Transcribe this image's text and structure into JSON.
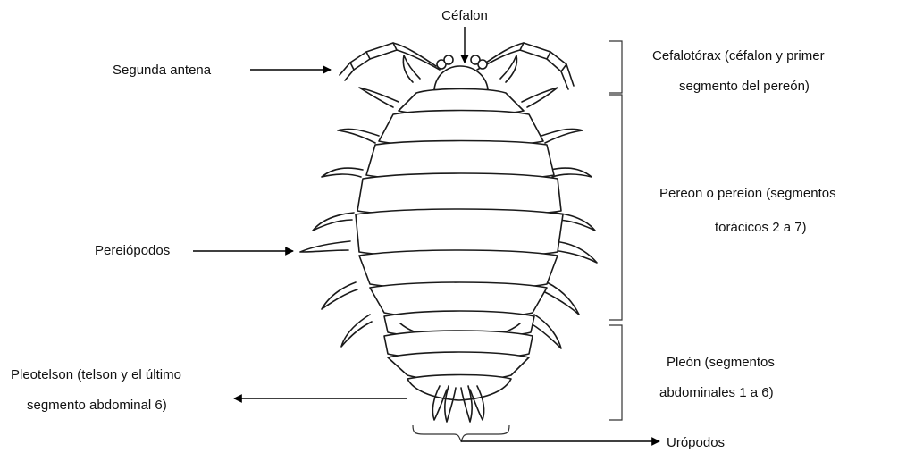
{
  "labels": {
    "cefalon": "Céfalon",
    "segunda_antena": "Segunda antena",
    "pereiopodos": "Pereiópodos",
    "pleotelson_line1": "Pleotelson (telson y el último",
    "pleotelson_line2": "segmento abdominal 6)",
    "cefalotorax_line1": "Cefalotórax (céfalon y primer",
    "cefalotorax_line2": "segmento del pereón)",
    "pereon_line1": "Pereon o pereion (segmentos",
    "pereon_line2": "torácicos 2 a 7)",
    "pleon_line1": "Pleón (segmentos",
    "pleon_line2": "abdominales 1 a 6)",
    "uropodos": "Urópodos"
  }
}
